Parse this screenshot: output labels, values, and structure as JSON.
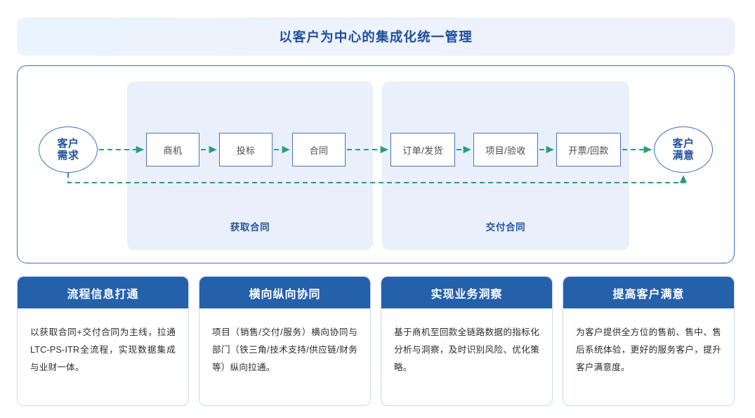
{
  "banner": {
    "title": "以客户为中心的集成化统一管理"
  },
  "flow": {
    "start_node": {
      "line1": "客户",
      "line2": "需求"
    },
    "end_node": {
      "line1": "客户",
      "line2": "满意"
    },
    "phases": [
      {
        "label": "获取合同",
        "steps": [
          "商机",
          "投标",
          "合同"
        ]
      },
      {
        "label": "交付合同",
        "steps": [
          "订单/发货",
          "项目/验收",
          "开票/回款"
        ]
      }
    ],
    "steps_flat": [
      "商机",
      "投标",
      "合同",
      "订单/发货",
      "项目/验收",
      "开票/回款"
    ],
    "colors": {
      "arrow": "#2a9d7f",
      "node_border": "#3f6fc4",
      "node_text": "#1f4f9e",
      "panel_bg": "#e9f0fb",
      "step_border": "#4a73c0",
      "step_text": "#4a4a4a"
    }
  },
  "cards": [
    {
      "title": "流程信息打通",
      "body": "以获取合同+交付合同为主线，拉通LTC-PS-ITR全流程，实现数据集成与业财一体。"
    },
    {
      "title": "横向纵向协同",
      "body": "项目（销售/交付/服务）横向协同与部门（铁三角/技术支持/供应链/财务等）纵向拉通。"
    },
    {
      "title": "实现业务洞察",
      "body": "基于商机至回款全链路数据的指标化分析与洞察，及时识别风险、优化策略。"
    },
    {
      "title": "提高客户满意",
      "body": "为客户提供全方位的售前、售中、售后系统体验，更好的服务客户，提升客户满意度。"
    }
  ],
  "theme": {
    "card_header_bg": "#2560ab",
    "banner_bg": "#eaf2fd",
    "title_color": "#1f4f9e"
  }
}
